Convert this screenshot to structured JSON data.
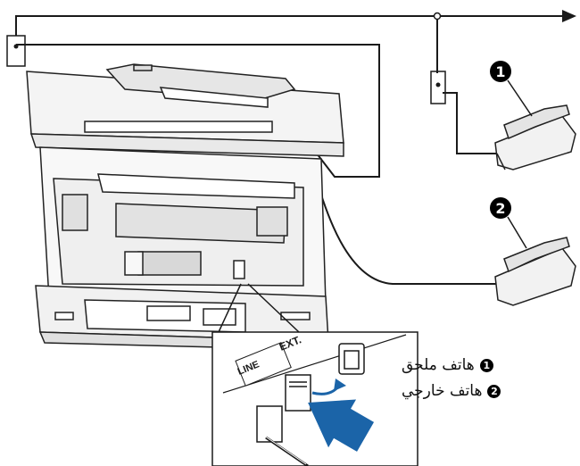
{
  "callouts": {
    "one": "1",
    "two": "2"
  },
  "inset": {
    "ext_label": "EXT.",
    "line_label": "LINE"
  },
  "legend": [
    {
      "number": "1",
      "text": "هاتف ملحق"
    },
    {
      "number": "2",
      "text": "هاتف خارجي"
    }
  ],
  "colors": {
    "line": "#1a1a1a",
    "printer_body": "#f4f4f4",
    "outline": "#222222",
    "arrow_blue": "#1b64a8"
  },
  "icons": [
    "wall-socket-icon",
    "telephone-icon",
    "printer-icon",
    "phone-jack-icon",
    "arrow-icon"
  ]
}
